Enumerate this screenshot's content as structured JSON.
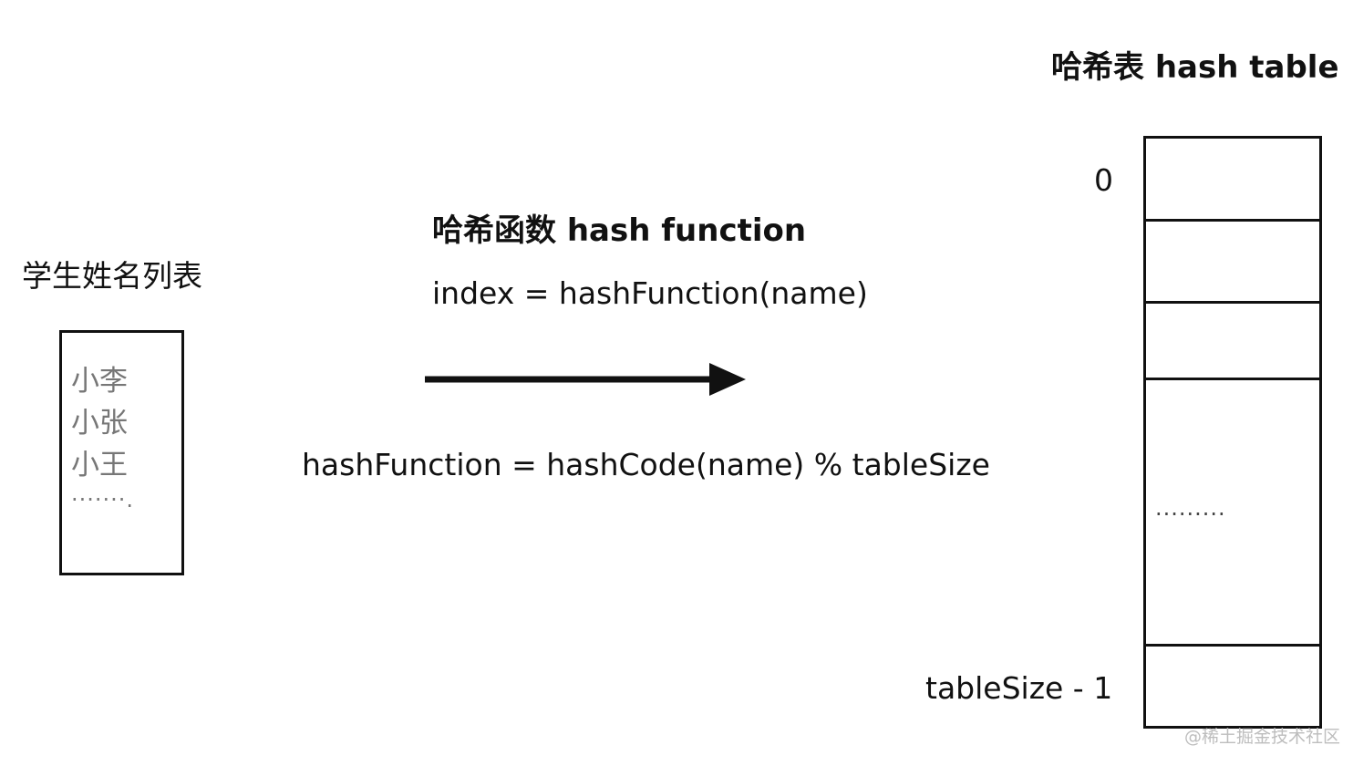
{
  "student_list": {
    "title": "学生姓名列表",
    "names": [
      "小李",
      "小张",
      "小王"
    ],
    "ellipsis": "·······."
  },
  "hash_function": {
    "title": "哈希函数 hash function",
    "index_formula": "index = hashFunction(name)",
    "hash_formula": "hashFunction = hashCode(name) % tableSize"
  },
  "hash_table": {
    "title": "哈希表 hash table",
    "first_index": "0",
    "last_index": "tableSize - 1",
    "ellipsis": "·········"
  },
  "watermark": "@稀土掘金技术社区"
}
